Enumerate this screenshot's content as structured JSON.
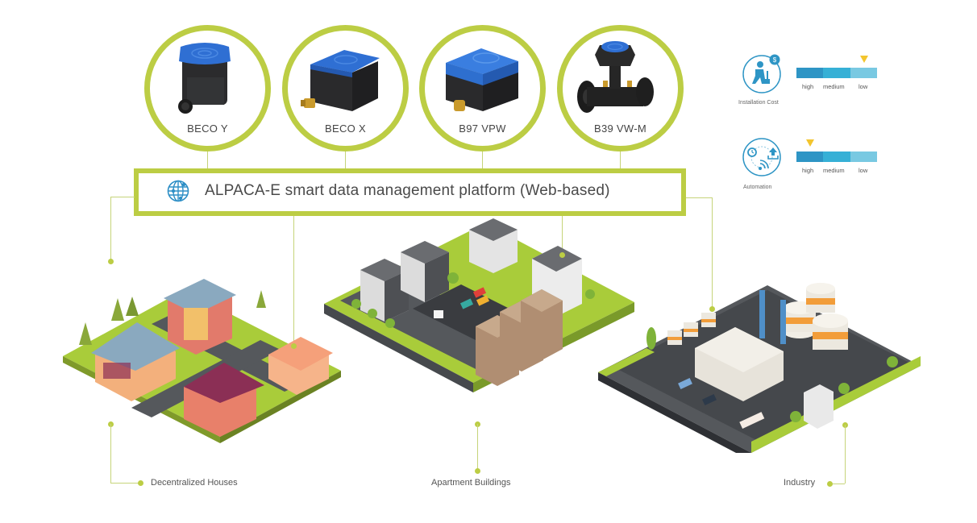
{
  "meters": [
    {
      "label": "BECO Y",
      "icon": "water-meter-beco-y"
    },
    {
      "label": "BECO X",
      "icon": "water-meter-beco-x"
    },
    {
      "label": "B97 VPW",
      "icon": "water-meter-b97-vpw"
    },
    {
      "label": "B39 VW-M",
      "icon": "water-meter-b39-vw-m"
    }
  ],
  "platform": {
    "label": "ALPACA-E smart data management platform (Web-based)",
    "icon": "globe-network-icon"
  },
  "scenes": [
    {
      "label": "Decentralized Houses",
      "icon": "houses-illustration"
    },
    {
      "label": "Apartment Buildings",
      "icon": "apartments-illustration"
    },
    {
      "label": "Industry",
      "icon": "industry-illustration"
    }
  ],
  "legend": {
    "scale_labels": [
      "high",
      "medium",
      "low"
    ],
    "scale_colors": [
      "#2e95c5",
      "#36b0d6",
      "#79c9e2"
    ],
    "marker_color": "#f3c52e",
    "accent_color": "#bccd44",
    "items": [
      {
        "label": "Installation Cost",
        "icon": "installer-cost-icon",
        "level": "low"
      },
      {
        "label": "Automation",
        "icon": "automation-icon",
        "level": "high"
      }
    ]
  }
}
